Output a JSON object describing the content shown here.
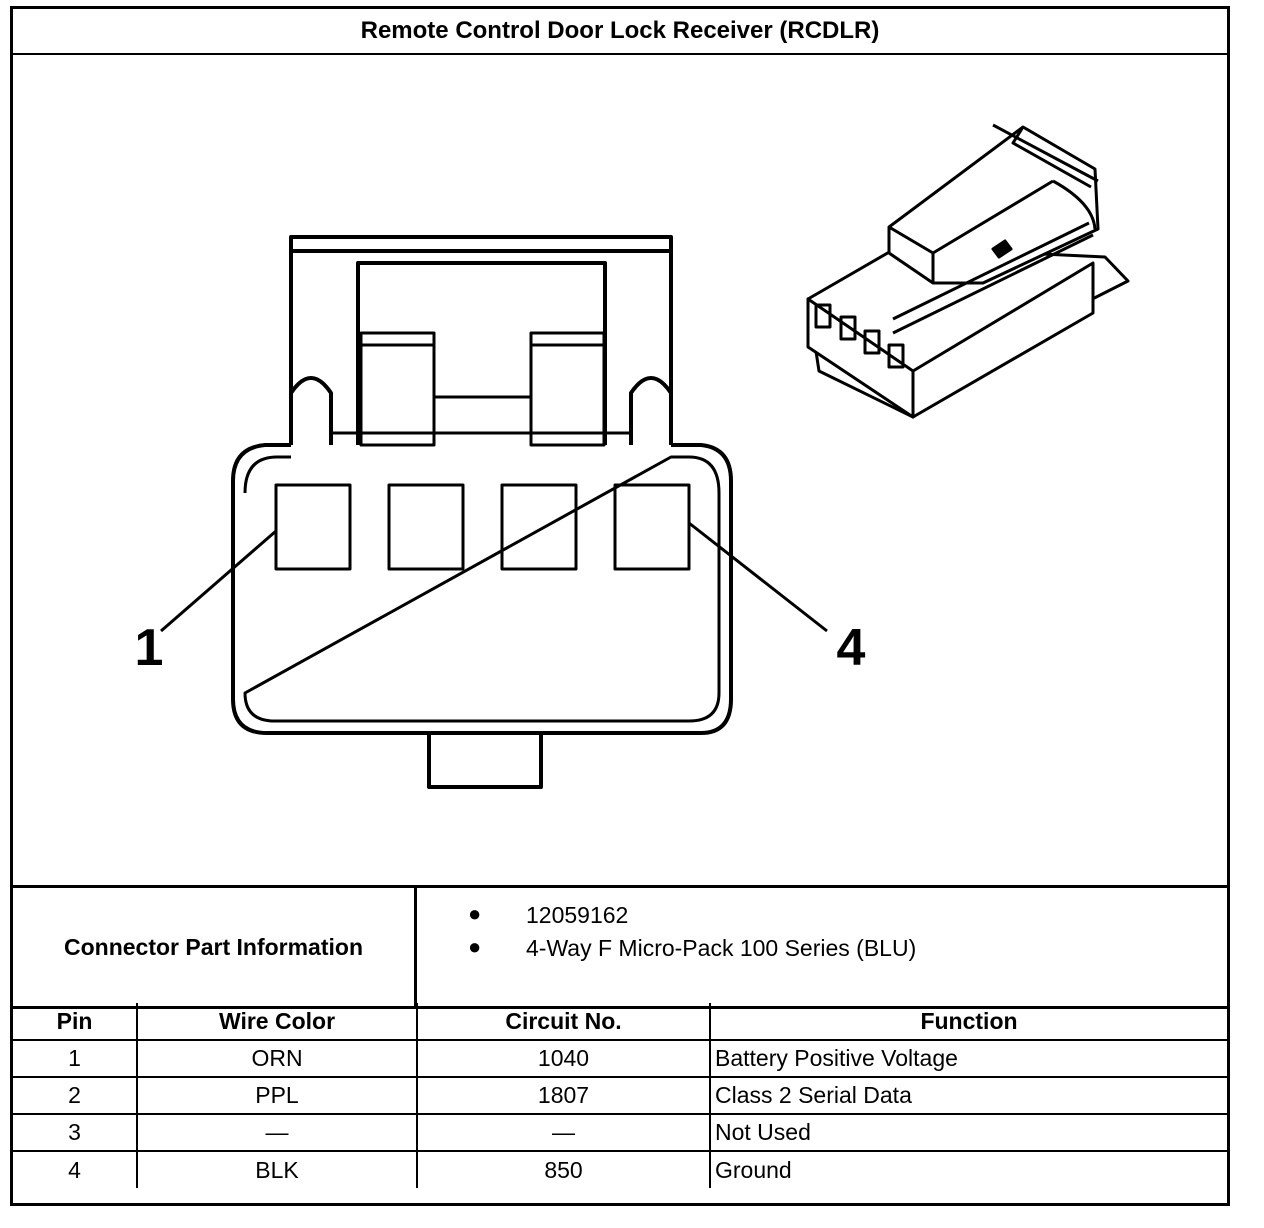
{
  "title": "Remote Control Door Lock Receiver (RCDLR)",
  "diagram": {
    "pin_callout_left": "1",
    "pin_callout_right": "4"
  },
  "connector_info": {
    "label": "Connector Part Information",
    "items": [
      "12059162",
      "4-Way F Micro-Pack 100 Series (BLU)"
    ]
  },
  "table": {
    "headers": [
      "Pin",
      "Wire Color",
      "Circuit No.",
      "Function"
    ],
    "rows": [
      [
        "1",
        "ORN",
        "1040",
        "Battery Positive Voltage"
      ],
      [
        "2",
        "PPL",
        "1807",
        "Class 2 Serial Data"
      ],
      [
        "3",
        "—",
        "—",
        "Not Used"
      ],
      [
        "4",
        "BLK",
        "850",
        "Ground"
      ]
    ]
  }
}
